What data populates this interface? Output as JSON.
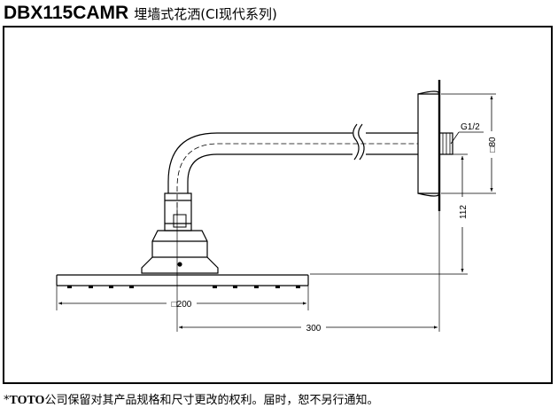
{
  "title": {
    "model": "DBX115CAMR",
    "description": "埋墙式花洒(CI现代系列)"
  },
  "dimensions": {
    "head_width": "□200",
    "arm_reach": "300",
    "drop_height": "112",
    "flange_size": "□80",
    "thread": "G1/2"
  },
  "footer": {
    "mark": "*",
    "brand": "TOTO",
    "text": "公司保留对其产品规格和尺寸更改的权利。届时，恕不另行通知。"
  }
}
